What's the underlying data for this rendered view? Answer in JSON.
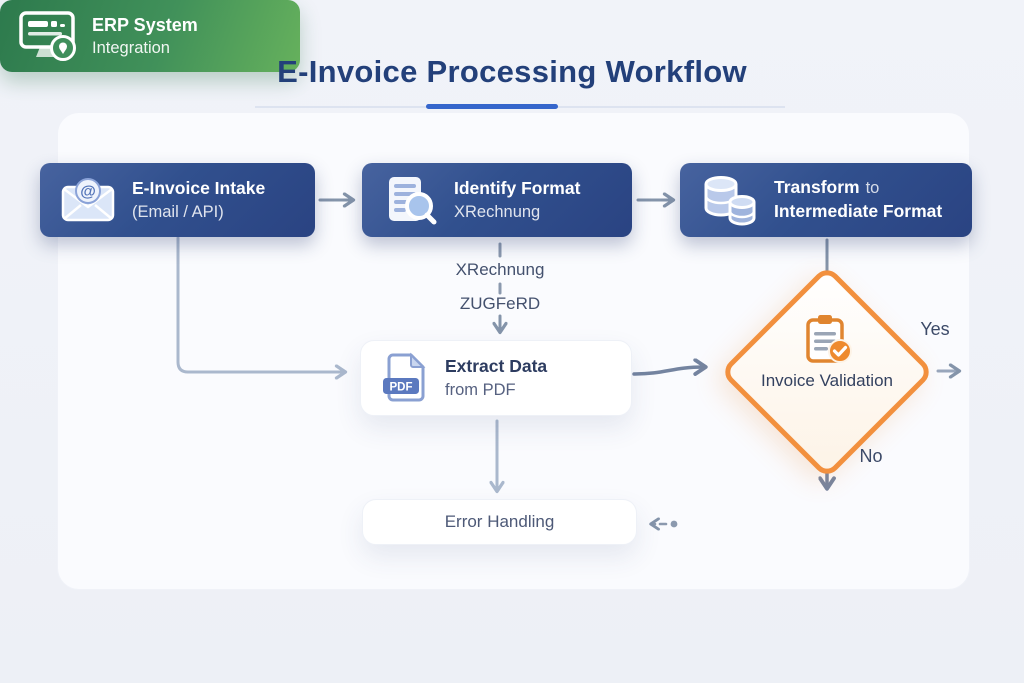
{
  "title": "E-Invoice Processing Workflow",
  "nodes": {
    "intake": {
      "title": "E-Invoice Intake",
      "subtitle": "(Email / API)"
    },
    "identify": {
      "title": "Identify Format",
      "subtitle": "XRechnung"
    },
    "transform": {
      "title_bold": "Transform",
      "title_suffix": "to",
      "title_line2": "Intermediate Format"
    },
    "extract": {
      "title": "Extract Data",
      "subtitle": "from PDF",
      "pdf_badge": "PDF"
    },
    "validation": {
      "label": "Invoice Validation"
    },
    "erp": {
      "title": "ERP System",
      "subtitle": "Integration"
    },
    "error": {
      "label": "Error Handling"
    }
  },
  "labels": {
    "format_xrechnung": "XRechnung",
    "format_zugferd": "ZUGFeRD",
    "yes": "Yes",
    "no": "No"
  },
  "icons": {
    "email_at_glyph": "@"
  },
  "colors": {
    "title_navy": "#23407a",
    "accent_underline": "#3566cc",
    "box_blue": "#31508e",
    "diamond_orange": "#f2903e",
    "erp_green_dark": "#2d7a4d",
    "erp_green_light": "#66b15c",
    "arrow_gray": "#8494aa"
  }
}
